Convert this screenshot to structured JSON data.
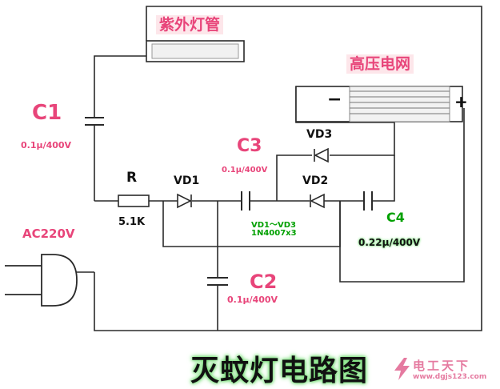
{
  "labels": {
    "uv_tube": "紫外灯管",
    "hv_grid": "高压电网",
    "minus": "−",
    "plus": "+",
    "c1": "C1",
    "c1_value": "0.1μ/400V",
    "c2": "C2",
    "c2_value": "0.1μ/400V",
    "c3": "C3",
    "c3_value": "0.1μ/400V",
    "c4": "C4",
    "c4_value": "0.22μ/400V",
    "r": "R",
    "r_value": "5.1K",
    "vd1": "VD1",
    "vd2": "VD2",
    "vd3": "VD3",
    "diode_note_1": "VD1～VD3",
    "diode_note_2": "1N4007x3",
    "ac": "AC220V"
  },
  "footer": {
    "title": "灭蚊灯电路图",
    "watermark_cn": "电工天下",
    "watermark_url": "www.dgjs123.com"
  },
  "colors": {
    "wire": "#2a2a2a",
    "accent_pink": "#e8457a",
    "green": "#00a000"
  }
}
